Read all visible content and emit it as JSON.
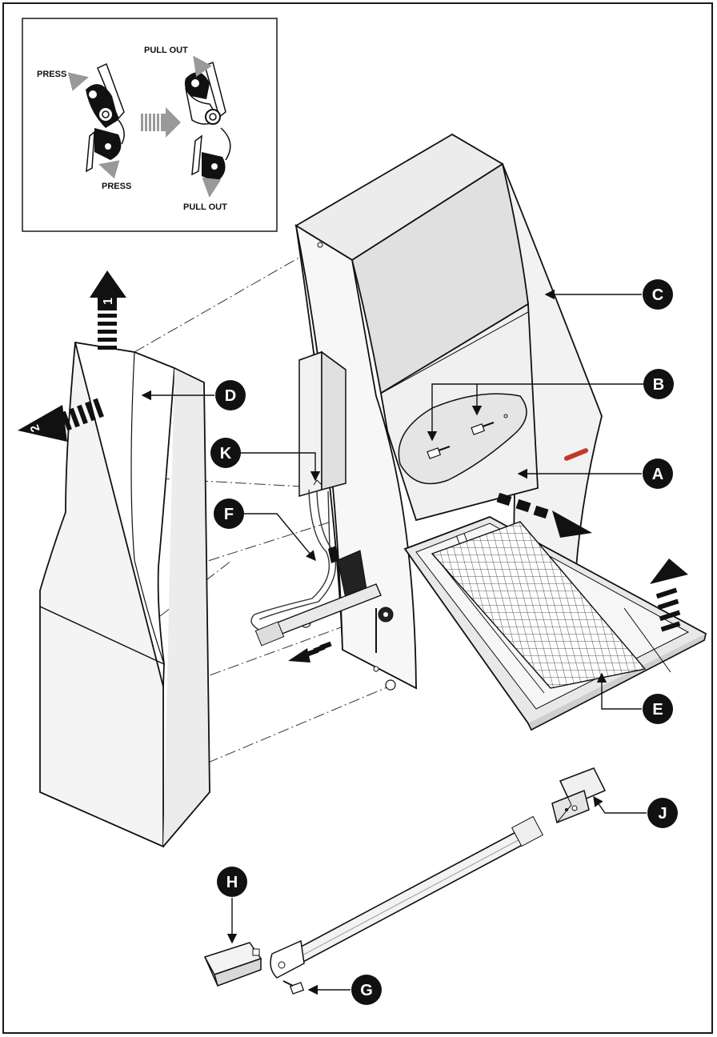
{
  "inset": {
    "press_top": "PRESS",
    "press_bottom": "PRESS",
    "pull_out_top": "PULL OUT",
    "pull_out_bottom": "PULL OUT"
  },
  "step_numbers": {
    "step1": "1",
    "step2": "2"
  },
  "callouts": {
    "A": "A",
    "B": "B",
    "C": "C",
    "D": "D",
    "E": "E",
    "F": "F",
    "G": "G",
    "H": "H",
    "J": "J",
    "K": "K"
  },
  "colors": {
    "line": "#1a1a1a",
    "fill_light": "#f5f5f5",
    "fill_mid": "#e6e6e6",
    "fill_dark": "#d4d4d4",
    "callout_bg": "#111111",
    "arrow_gray": "#9a9a9a",
    "indicator_red": "#c0392b"
  }
}
